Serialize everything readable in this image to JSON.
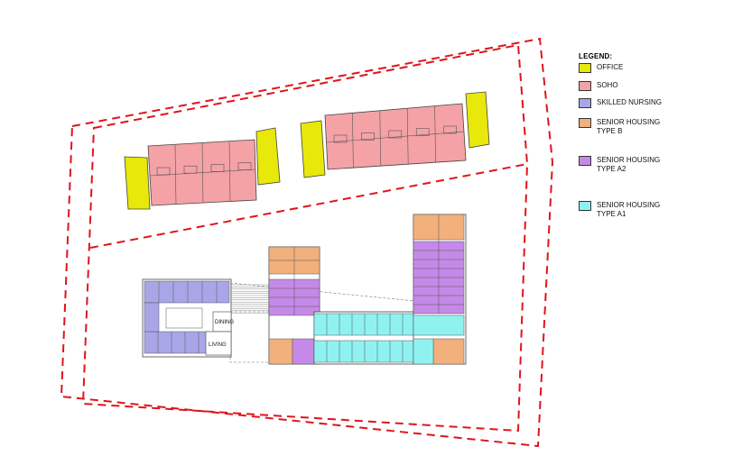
{
  "legend": {
    "title": "LEGEND:",
    "items": [
      {
        "key": "office",
        "label": "OFFICE",
        "color": "#e8e80a"
      },
      {
        "key": "soho",
        "label": "SOHO",
        "color": "#f4a2a6"
      },
      {
        "key": "skilled_nursing",
        "label": "SKILLED NURSING",
        "color": "#a9a6e8"
      },
      {
        "key": "senior_b",
        "label": "SENIOR HOUSING\nTYPE B",
        "color": "#f1b07c"
      },
      {
        "key": "senior_a2",
        "label": "SENIOR HOUSING\nTYPE A2",
        "color": "#c58ae8"
      },
      {
        "key": "senior_a1",
        "label": "SENIOR HOUSING\nTYPE A1",
        "color": "#8ff2f0"
      }
    ]
  },
  "rooms": {
    "dining": "DINING",
    "living": "LIVING"
  },
  "colors": {
    "boundary": "#e0141c",
    "line": "#444444"
  }
}
